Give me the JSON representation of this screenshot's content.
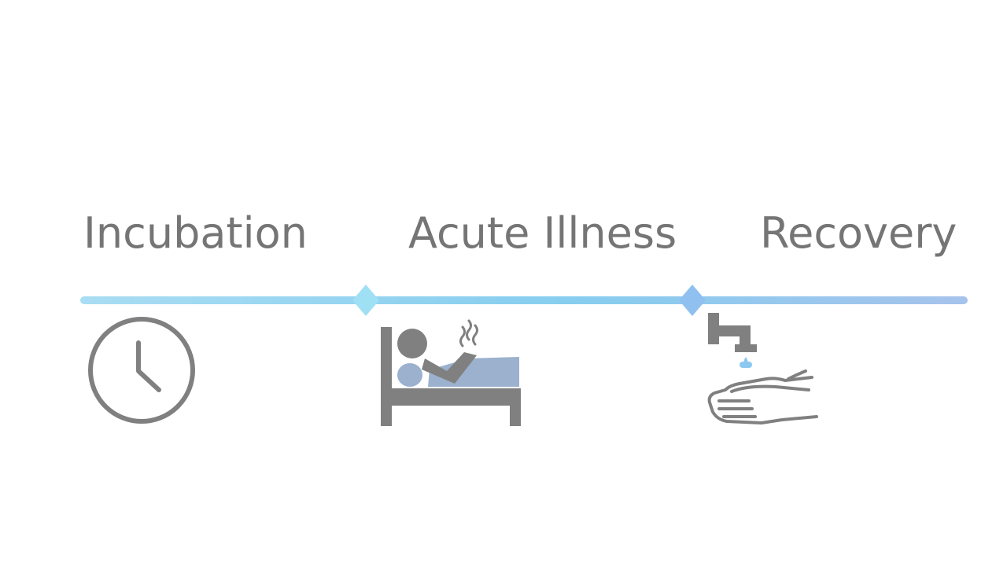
{
  "stages": [
    {
      "label": "Incubation",
      "icon": "clock-icon"
    },
    {
      "label": "Acute Illness",
      "icon": "sick-in-bed-icon"
    },
    {
      "label": "Recovery",
      "icon": "hand-washing-icon"
    }
  ],
  "colors": {
    "label_text": "#757575",
    "icon_gray": "#808080",
    "icon_blue": "#9bb1cd",
    "timeline_light": "#a9ddf3",
    "timeline_mid": "#86cdef",
    "timeline_end": "#a6c3ec",
    "marker_1": "#9fe0f4",
    "marker_2": "#8fc0ef",
    "water_drop": "#8cc8ef"
  }
}
